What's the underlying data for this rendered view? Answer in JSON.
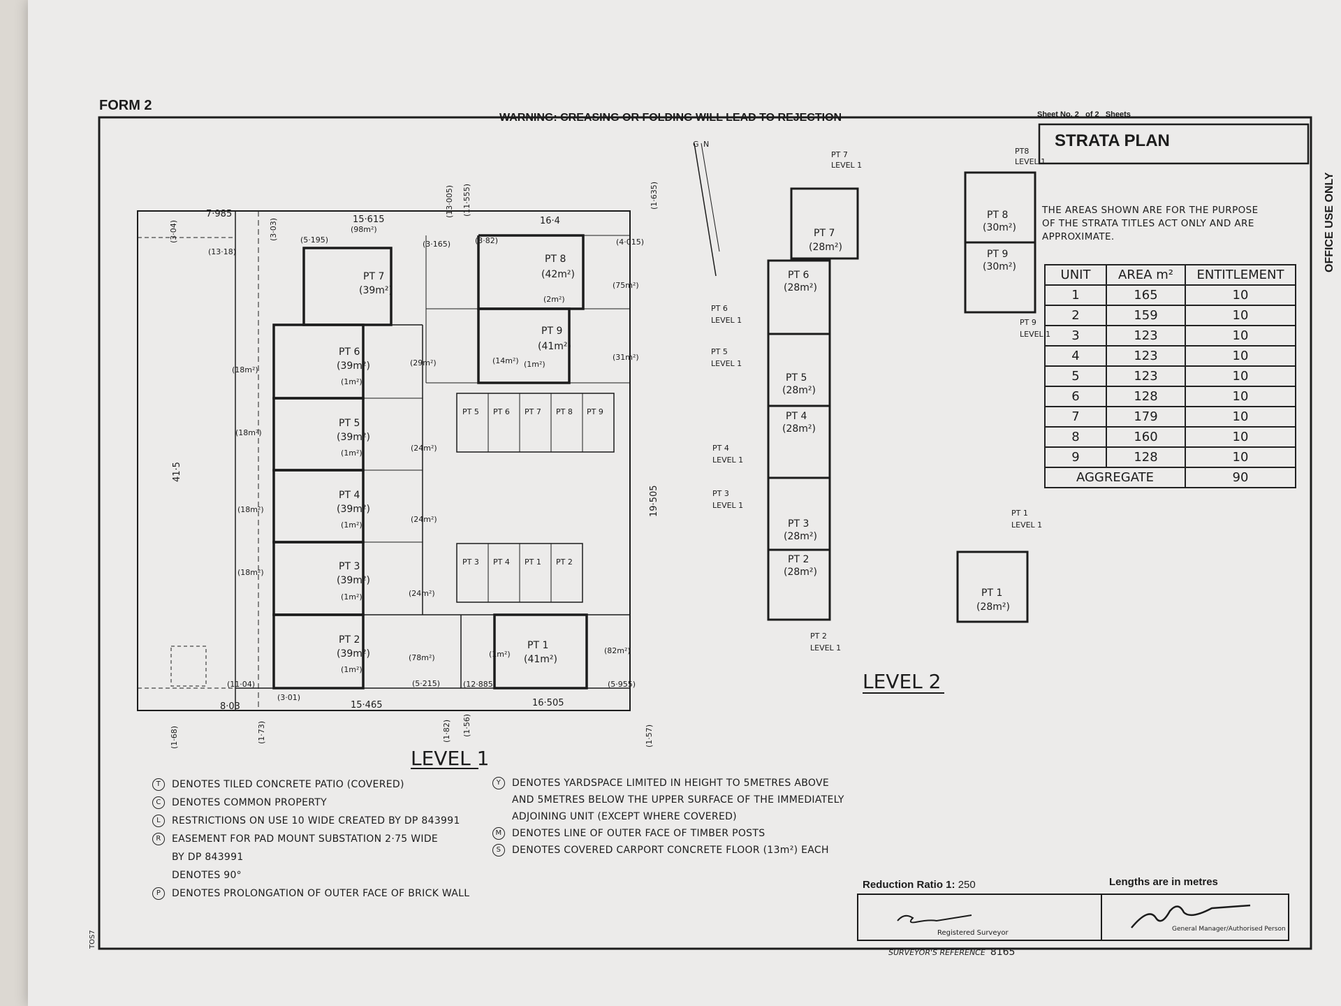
{
  "header": {
    "form": "FORM 2",
    "warning": "WARNING: CREASING OR FOLDING WILL LEAD TO REJECTION",
    "sheet_no_label": "Sheet No.",
    "sheet_no": "2",
    "of_label": "of",
    "sheet_total": "2",
    "sheets_label": "Sheets",
    "plan_title": "STRATA PLAN",
    "office_use": "OFFICE USE ONLY"
  },
  "note": {
    "line1": "THE AREAS SHOWN ARE FOR THE PURPOSE",
    "line2": "OF THE STRATA TITLES ACT ONLY AND ARE",
    "line3": "APPROXIMATE."
  },
  "table": {
    "headers": [
      "UNIT",
      "AREA m²",
      "ENTITLEMENT"
    ],
    "rows": [
      [
        "1",
        "165",
        "10"
      ],
      [
        "2",
        "159",
        "10"
      ],
      [
        "3",
        "123",
        "10"
      ],
      [
        "4",
        "123",
        "10"
      ],
      [
        "5",
        "123",
        "10"
      ],
      [
        "6",
        "128",
        "10"
      ],
      [
        "7",
        "179",
        "10"
      ],
      [
        "8",
        "160",
        "10"
      ],
      [
        "9",
        "128",
        "10"
      ]
    ],
    "aggregate_label": "AGGREGATE",
    "aggregate_value": "90"
  },
  "level1": {
    "title": "LEVEL 1",
    "dims": {
      "top_left": "7·985",
      "top_mid": "15·615",
      "top_right": "16·4",
      "bottom_left": "8·03",
      "bottom_mid": "15·465",
      "bottom_right": "16·505",
      "left_side": "41·5",
      "right_side": "19·505",
      "p_13_18": "(13·18)",
      "p_5_195": "(5·195)",
      "p_3_165": "(3·165)",
      "p_3_82": "(3·82)",
      "p_4_015": "(4·015)",
      "p_11_04": "(11·04)",
      "p_3_01": "(3·01)",
      "p_5_215": "(5·215)",
      "p_12_885": "(12·885)",
      "p_5_955": "(5·955)",
      "e_1_68": "(1·68)",
      "e_1_73": "(1·73)",
      "e_1_82": "(1·82)",
      "e_1_56": "(1·56)",
      "e_1_57": "(1·57)",
      "e_3_04": "(3·04)",
      "e_3_03": "(3·03)",
      "e_13_005": "(13·005)",
      "e_11_555": "(11·555)",
      "e_1_635": "(1·635)"
    },
    "units": {
      "pt7": {
        "name": "PT 7",
        "area": "(39m²)"
      },
      "pt6": {
        "name": "PT 6",
        "area": "(39m²)",
        "patio": "(1m²)"
      },
      "pt5": {
        "name": "PT 5",
        "area": "(39m²)",
        "patio": "(1m²)"
      },
      "pt4": {
        "name": "PT 4",
        "area": "(39m²)",
        "patio": "(1m²)"
      },
      "pt3": {
        "name": "PT 3",
        "area": "(39m²)",
        "patio": "(1m²)"
      },
      "pt2": {
        "name": "PT 2",
        "area": "(39m²)",
        "patio": "(1m²)"
      },
      "pt8": {
        "name": "PT 8",
        "area": "(42m²)",
        "patio": "(2m²)"
      },
      "pt9": {
        "name": "PT 9",
        "area": "(41m²)",
        "patio": "(1m²)"
      },
      "pt1": {
        "name": "PT 1",
        "area": "(41m²)"
      }
    },
    "yards": {
      "y98": "(98m²)",
      "y18a": "(18m²)",
      "y18b": "(18m²)",
      "y18c": "(18m²)",
      "y18d": "(18m²)",
      "y29": "(29m²)",
      "y24a": "(24m²)",
      "y24b": "(24m²)",
      "y24c": "(24m²)",
      "y75": "(75m²)",
      "y31": "(31m²)",
      "y78": "(78m²)",
      "y82": "(82m²)",
      "y14": "(14m²)",
      "t1": "(1m²)"
    },
    "carports_top": [
      "PT 5",
      "PT 6",
      "PT 7",
      "PT 8",
      "PT 9"
    ],
    "carports_bottom": [
      "PT 3",
      "PT 4",
      "PT 1",
      "PT 2"
    ]
  },
  "level2": {
    "title": "LEVEL 2",
    "units": {
      "pt7": {
        "name": "PT 7",
        "area": "(28m²)"
      },
      "pt6": {
        "name": "PT 6",
        "area": "(28m²)"
      },
      "pt5": {
        "name": "PT 5",
        "area": "(28m²)"
      },
      "pt4": {
        "name": "PT 4",
        "area": "(28m²)"
      },
      "pt3": {
        "name": "PT 3",
        "area": "(28m²)"
      },
      "pt2": {
        "name": "PT 2",
        "area": "(28m²)"
      },
      "pt8": {
        "name": "PT 8",
        "area": "(30m²)"
      },
      "pt9": {
        "name": "PT 9",
        "area": "(30m²)"
      },
      "pt1": {
        "name": "PT 1",
        "area": "(28m²)"
      }
    },
    "callouts": {
      "pt7": "PT 7",
      "pt8": "PT8",
      "pt6": "PT 6",
      "pt5": "PT 5",
      "pt4": "PT 4",
      "pt3": "PT 3",
      "pt9": "PT 9",
      "pt1": "PT 1",
      "pt2": "PT 2",
      "level1": "LEVEL 1"
    },
    "north": "N",
    "north_g": "G"
  },
  "legend": {
    "left": [
      {
        "sym": "T",
        "text": "DENOTES TILED CONCRETE PATIO (COVERED)"
      },
      {
        "sym": "C",
        "text": "DENOTES COMMON PROPERTY"
      },
      {
        "sym": "L",
        "text": "RESTRICTIONS ON USE 10 WIDE CREATED BY DP 843991"
      },
      {
        "sym": "R",
        "text": "EASEMENT FOR PAD MOUNT SUBSTATION 2·75 WIDE"
      },
      {
        "sym": "",
        "text": "BY DP 843991"
      },
      {
        "sym": "",
        "text": "DENOTES 90°"
      },
      {
        "sym": "P",
        "text": "DENOTES PROLONGATION OF OUTER FACE OF BRICK WALL"
      }
    ],
    "right": [
      {
        "sym": "Y",
        "text": "DENOTES YARDSPACE LIMITED IN HEIGHT TO 5METRES ABOVE"
      },
      {
        "sym": "",
        "text": "AND 5METRES BELOW THE UPPER SURFACE OF THE IMMEDIATELY"
      },
      {
        "sym": "",
        "text": "ADJOINING UNIT (EXCEPT WHERE COVERED)"
      },
      {
        "sym": "M",
        "text": "DENOTES LINE OF OUTER FACE OF TIMBER POSTS"
      },
      {
        "sym": "S",
        "text": "DENOTES COVERED CARPORT CONCRETE FLOOR (13m²) EACH"
      }
    ]
  },
  "footer": {
    "ratio_label": "Reduction Ratio 1:",
    "ratio_value": "250",
    "lengths": "Lengths are in metres",
    "surveyor": "Registered Surveyor",
    "manager": "General Manager/Authorised Person",
    "ref_label": "SURVEYOR'S REFERENCE",
    "ref_value": "8165",
    "code": "TOS7"
  }
}
